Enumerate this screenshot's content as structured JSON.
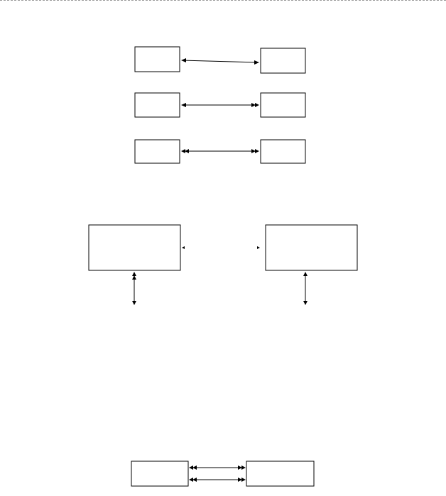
{
  "diagram": {
    "stroke_color": "#000000",
    "background": "#ffffff",
    "top_border_style": "dashed",
    "top_border_color": "#9a9a9a",
    "boxes": [
      {
        "id": "box-1-left"
      },
      {
        "id": "box-1-right"
      },
      {
        "id": "box-2-left"
      },
      {
        "id": "box-2-right"
      },
      {
        "id": "box-3-left"
      },
      {
        "id": "box-3-right"
      },
      {
        "id": "big-box-left"
      },
      {
        "id": "big-box-right"
      },
      {
        "id": "bottom-box-left"
      },
      {
        "id": "bottom-box-right"
      }
    ],
    "connectors": [
      {
        "id": "arrow-row1",
        "from": "box-1-left",
        "to": "box-1-right",
        "heads": "both-single"
      },
      {
        "id": "arrow-row2",
        "from": "box-2-left",
        "to": "box-2-right",
        "heads": "single-left-double-right"
      },
      {
        "id": "arrow-row3",
        "from": "box-3-left",
        "to": "box-3-right",
        "heads": "both-double"
      },
      {
        "id": "arrow-big-left-down",
        "from": "big-box-left",
        "heads": "double-up-single-down"
      },
      {
        "id": "arrow-big-right-down",
        "from": "big-box-right",
        "heads": "single-up-single-down"
      },
      {
        "id": "arrow-bottom-1",
        "from": "bottom-box-left",
        "to": "bottom-box-right",
        "heads": "both-double"
      },
      {
        "id": "arrow-bottom-2",
        "from": "bottom-box-left",
        "to": "bottom-box-right",
        "heads": "both-double"
      }
    ]
  }
}
